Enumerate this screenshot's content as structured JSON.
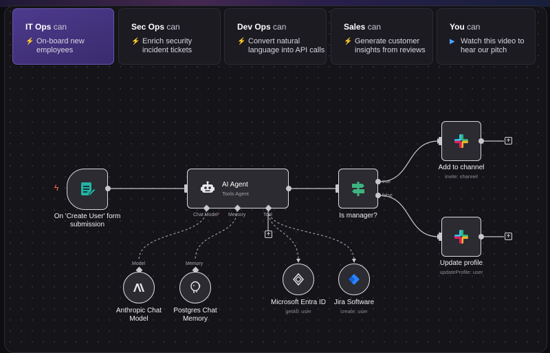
{
  "tabs": [
    {
      "title": "IT Ops",
      "suffix": "can",
      "icon": "bolt-icon",
      "desc_line1": "On-board new",
      "desc_line2": "employees",
      "active": true
    },
    {
      "title": "Sec Ops",
      "suffix": "can",
      "icon": "bolt-icon",
      "desc_line1": "Enrich security",
      "desc_line2": "incident tickets"
    },
    {
      "title": "Dev Ops",
      "suffix": "can",
      "icon": "bolt-icon",
      "desc_line1": "Convert natural",
      "desc_line2": "language into API calls"
    },
    {
      "title": "Sales",
      "suffix": "can",
      "icon": "bolt-icon",
      "desc_line1": "Generate customer",
      "desc_line2": "insights from reviews"
    },
    {
      "title": "You",
      "suffix": "can",
      "icon": "play-icon",
      "desc_line1": "Watch this video to",
      "desc_line2": "hear our pitch"
    }
  ],
  "nodes": {
    "trigger": {
      "label_line1": "On 'Create User' form",
      "label_line2": "submission"
    },
    "agent": {
      "title": "AI Agent",
      "subtitle": "Tools Agent",
      "port_chat_model": "Chat Model",
      "port_required": "*",
      "port_memory": "Memory",
      "port_tool": "Tool"
    },
    "switch": {
      "label": "Is manager?",
      "out_true": "true",
      "out_false": "false"
    },
    "add_channel": {
      "label": "Add to channel",
      "sublabel": "invite: channel"
    },
    "update_profile": {
      "label": "Update profile",
      "sublabel": "updateProfile: user"
    },
    "anthropic": {
      "label_line1": "Anthropic Chat",
      "label_line2": "Model",
      "port": "Model"
    },
    "postgres": {
      "label_line1": "Postgres Chat",
      "label_line2": "Memory",
      "port": "Memory"
    },
    "entra": {
      "label": "Microsoft Entra ID",
      "sublabel": "getAll: user"
    },
    "jira": {
      "label": "Jira Software",
      "sublabel": "create: user"
    }
  },
  "colors": {
    "accent": "#4c3a8c",
    "node_border": "#d9d9de",
    "node_bg": "#2b2b31",
    "form_teal": "#24b3a4",
    "switch_green": "#3fb37f"
  }
}
